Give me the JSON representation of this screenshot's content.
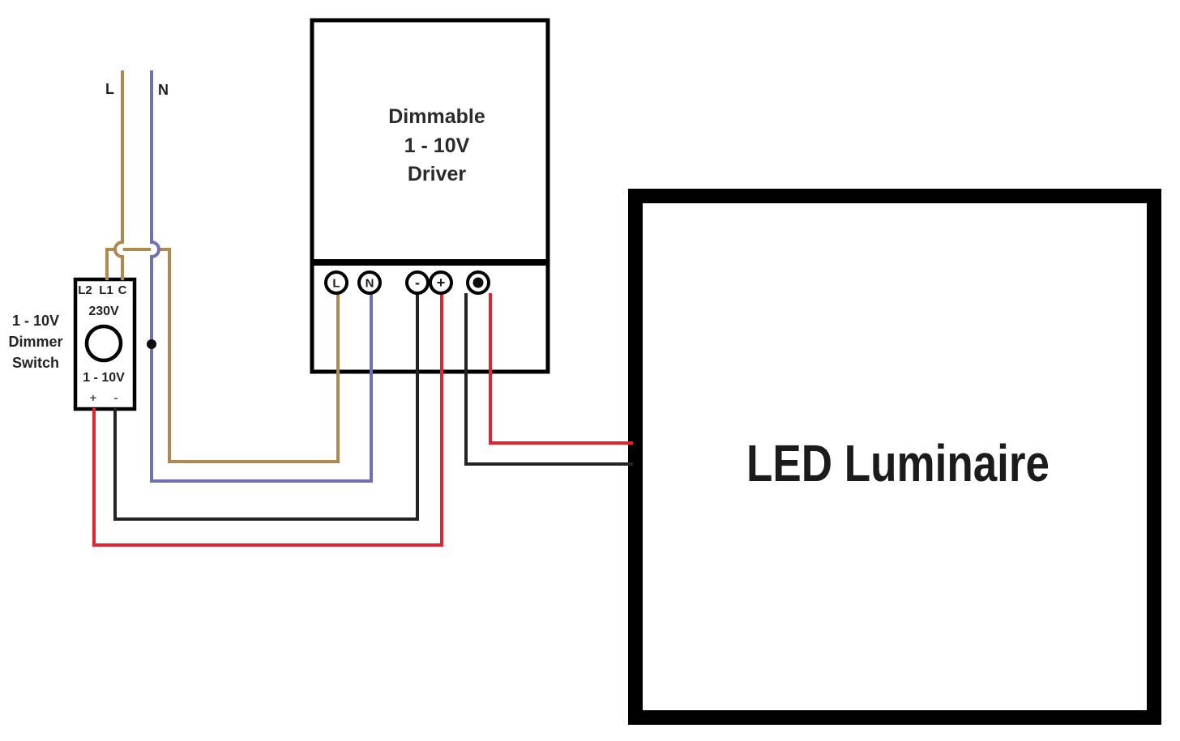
{
  "colors": {
    "wire_live_brown": "#b1884f",
    "wire_neutral_blue": "#7070b5",
    "wire_red": "#e42230",
    "wire_black": "#232323",
    "junction_black": "#0d0d0d"
  },
  "mains": {
    "live_label": "L",
    "neutral_label": "N"
  },
  "dimmer_switch": {
    "side_label": {
      "line1": "1 - 10V",
      "line2": "Dimmer",
      "line3": "Switch"
    },
    "terminals_top": {
      "l2": "L2",
      "l1": "L1",
      "c": "C"
    },
    "voltage_rating": "230V",
    "control_range": "1 - 10V",
    "terminal_plus": "+",
    "terminal_minus": "-"
  },
  "driver": {
    "title": {
      "line1": "Dimmable",
      "line2": "1 - 10V",
      "line3": "Driver"
    },
    "terminals": {
      "live": "L",
      "neutral": "N",
      "minus": "-",
      "plus": "+"
    }
  },
  "led_luminaire": {
    "label": "LED Luminaire"
  }
}
